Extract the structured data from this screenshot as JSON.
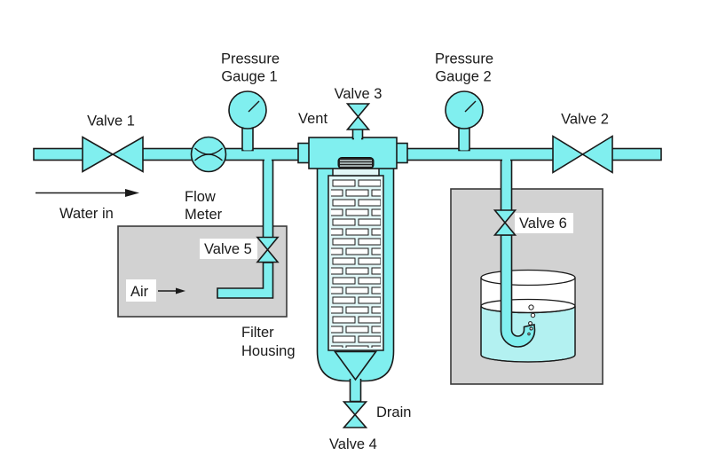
{
  "diagram": {
    "labels": {
      "valve_1": "Valve 1",
      "valve_2": "Valve 2",
      "valve_3": "Valve 3",
      "valve_4": "Valve 4",
      "valve_5": "Valve 5",
      "valve_6": "Valve 6",
      "pressure_gauge_1_l1": "Pressure",
      "pressure_gauge_1_l2": "Gauge 1",
      "pressure_gauge_2_l1": "Pressure",
      "pressure_gauge_2_l2": "Gauge 2",
      "flow_meter_l1": "Flow",
      "flow_meter_l2": "Meter",
      "filter_housing_l1": "Filter",
      "filter_housing_l2": "Housing",
      "water_in": "Water in",
      "air": "Air",
      "vent": "Vent",
      "drain": "Drain"
    },
    "colors": {
      "pipe_fill": "#80efef",
      "water_fill": "#b3f1f1",
      "cartridge_bg": "#e1f7f7",
      "panel_fill": "#d2d2d2",
      "label_bg": "#ffffff",
      "outline": "#1a1a1a",
      "background": "#ffffff"
    }
  }
}
